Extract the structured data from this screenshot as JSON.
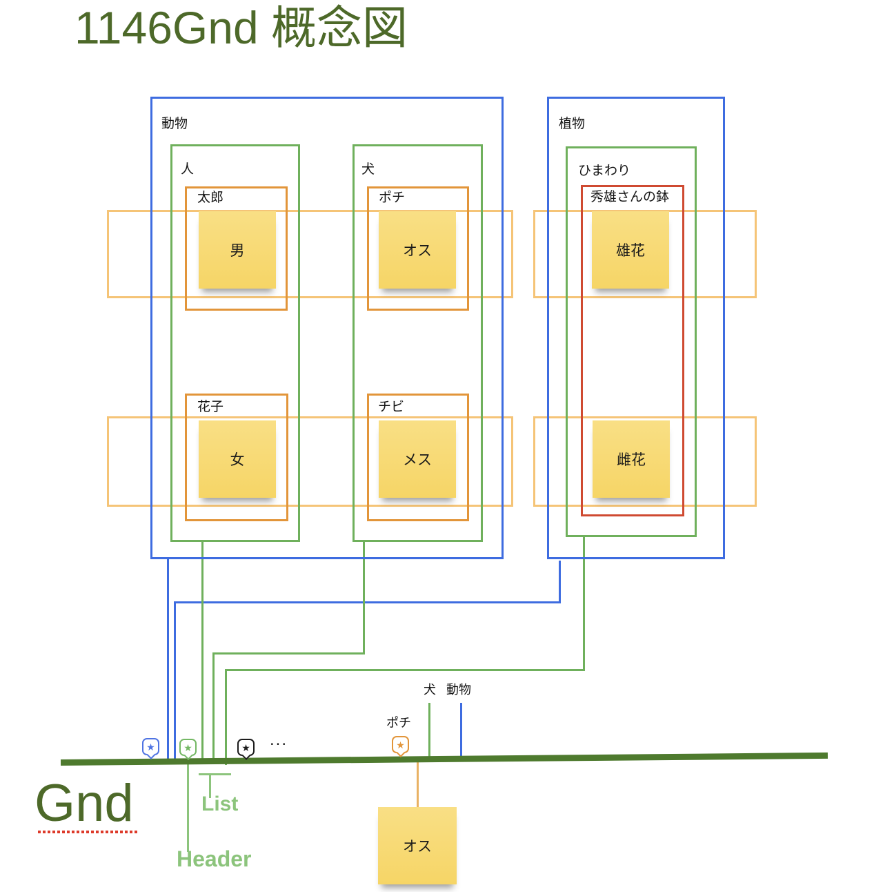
{
  "title": "1146Gnd 概念図",
  "colors": {
    "title_green": "#4d6929",
    "blue": "#3e6ce0",
    "green": "#6fb05c",
    "light_green": "#8cc47c",
    "orange": "#e2953a",
    "light_orange_band": "#f5c477",
    "red": "#cf4a31",
    "sticky_yellow": "#f7d96f",
    "ground_green": "#4e7a2e",
    "underline_red": "#dd3a2a"
  },
  "boxes": {
    "animals": {
      "label": "動物"
    },
    "plants": {
      "label": "植物"
    },
    "person": {
      "label": "人"
    },
    "dog": {
      "label": "犬"
    },
    "sunflower": {
      "label": "ひまわり"
    },
    "hideo_pot": {
      "label": "秀雄さんの鉢"
    },
    "taro": {
      "label": "太郎"
    },
    "pochi": {
      "label": "ポチ"
    },
    "hanako": {
      "label": "花子"
    },
    "chibi": {
      "label": "チビ"
    }
  },
  "stickies": {
    "male": "男",
    "osu": "オス",
    "obana": "雄花",
    "female": "女",
    "mesu": "メス",
    "mebana": "雌花",
    "osu_ground": "オス"
  },
  "ground": {
    "label": "Gnd",
    "list_label": "List",
    "header_label": "Header",
    "ellipsis": "...",
    "pochi_marker": "ポチ",
    "dog_marker": "犬",
    "animals_marker": "動物"
  },
  "icons": {
    "star": "★"
  }
}
